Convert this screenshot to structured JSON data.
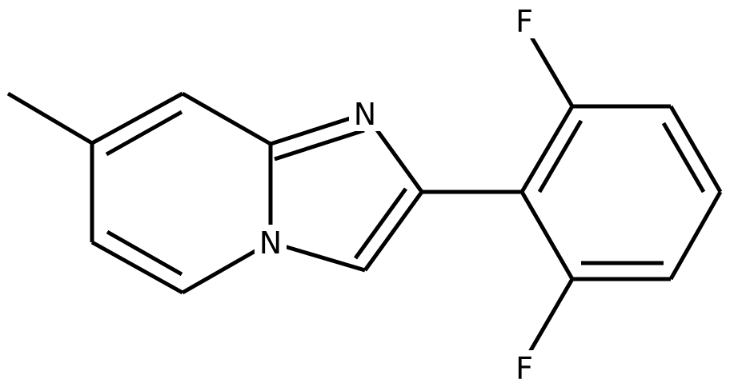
{
  "molecule": {
    "atoms": {
      "nitrogen_imine": "N",
      "nitrogen_bridgehead": "N",
      "fluorine_top": "F",
      "fluorine_bottom": "F"
    },
    "bond_color": "#000000",
    "background_color": "#ffffff"
  }
}
